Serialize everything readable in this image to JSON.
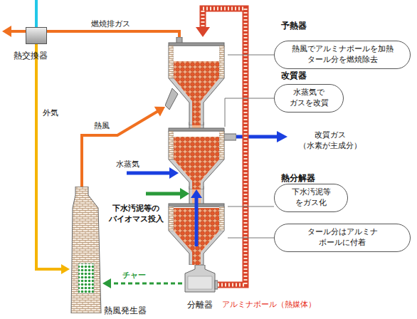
{
  "diagram": {
    "nodes": [
      {
        "text": [
          "熱交換器"
        ]
      },
      {
        "text": [
          "予熱器"
        ]
      },
      {
        "text": [
          "熱風でアルミナボールを加熱 タール分を燃焼除去"
        ]
      },
      {
        "text": [
          "改質器"
        ]
      },
      {
        "text": [
          "水蒸気で ガスを改質"
        ]
      },
      {
        "text": [
          "熱分解器"
        ]
      },
      {
        "text": [
          "下水汚泥等 をガス化"
        ]
      },
      {
        "text": [
          "タール分はアルミナ ボールに付着"
        ]
      },
      {
        "text": [
          "熱風発生器"
        ]
      },
      {
        "text": [
          "分離器"
        ]
      }
    ],
    "edges": [
      {
        "from": 1,
        "to": 0,
        "label": "燃焼排ガス",
        "arrow": "none"
      },
      {
        "from": 0,
        "to": 8,
        "label": "外気",
        "arrow": "to"
      },
      {
        "from": 8,
        "to": 1,
        "label": "熱風",
        "arrow": "to"
      },
      {
        "from": 9,
        "to": 8,
        "label": "チャー",
        "arrow": "to"
      },
      {
        "from": 9,
        "to": 1,
        "arrow": "to"
      },
      {
        "from": 5,
        "to": 3,
        "arrow": "to"
      },
      {
        "from": 2,
        "to": 1,
        "arrow": "none"
      },
      {
        "from": 4,
        "to": 3,
        "arrow": "none"
      },
      {
        "from": 6,
        "to": 5,
        "arrow": "none"
      },
      {
        "from": 7,
        "to": 5,
        "arrow": "none"
      }
    ],
    "labels": [
      "水蒸気",
      "下水汚泥等の バイオマス投入",
      "改質ガス （水素が主成分）",
      "アルミナボール（熱媒体）"
    ]
  }
}
